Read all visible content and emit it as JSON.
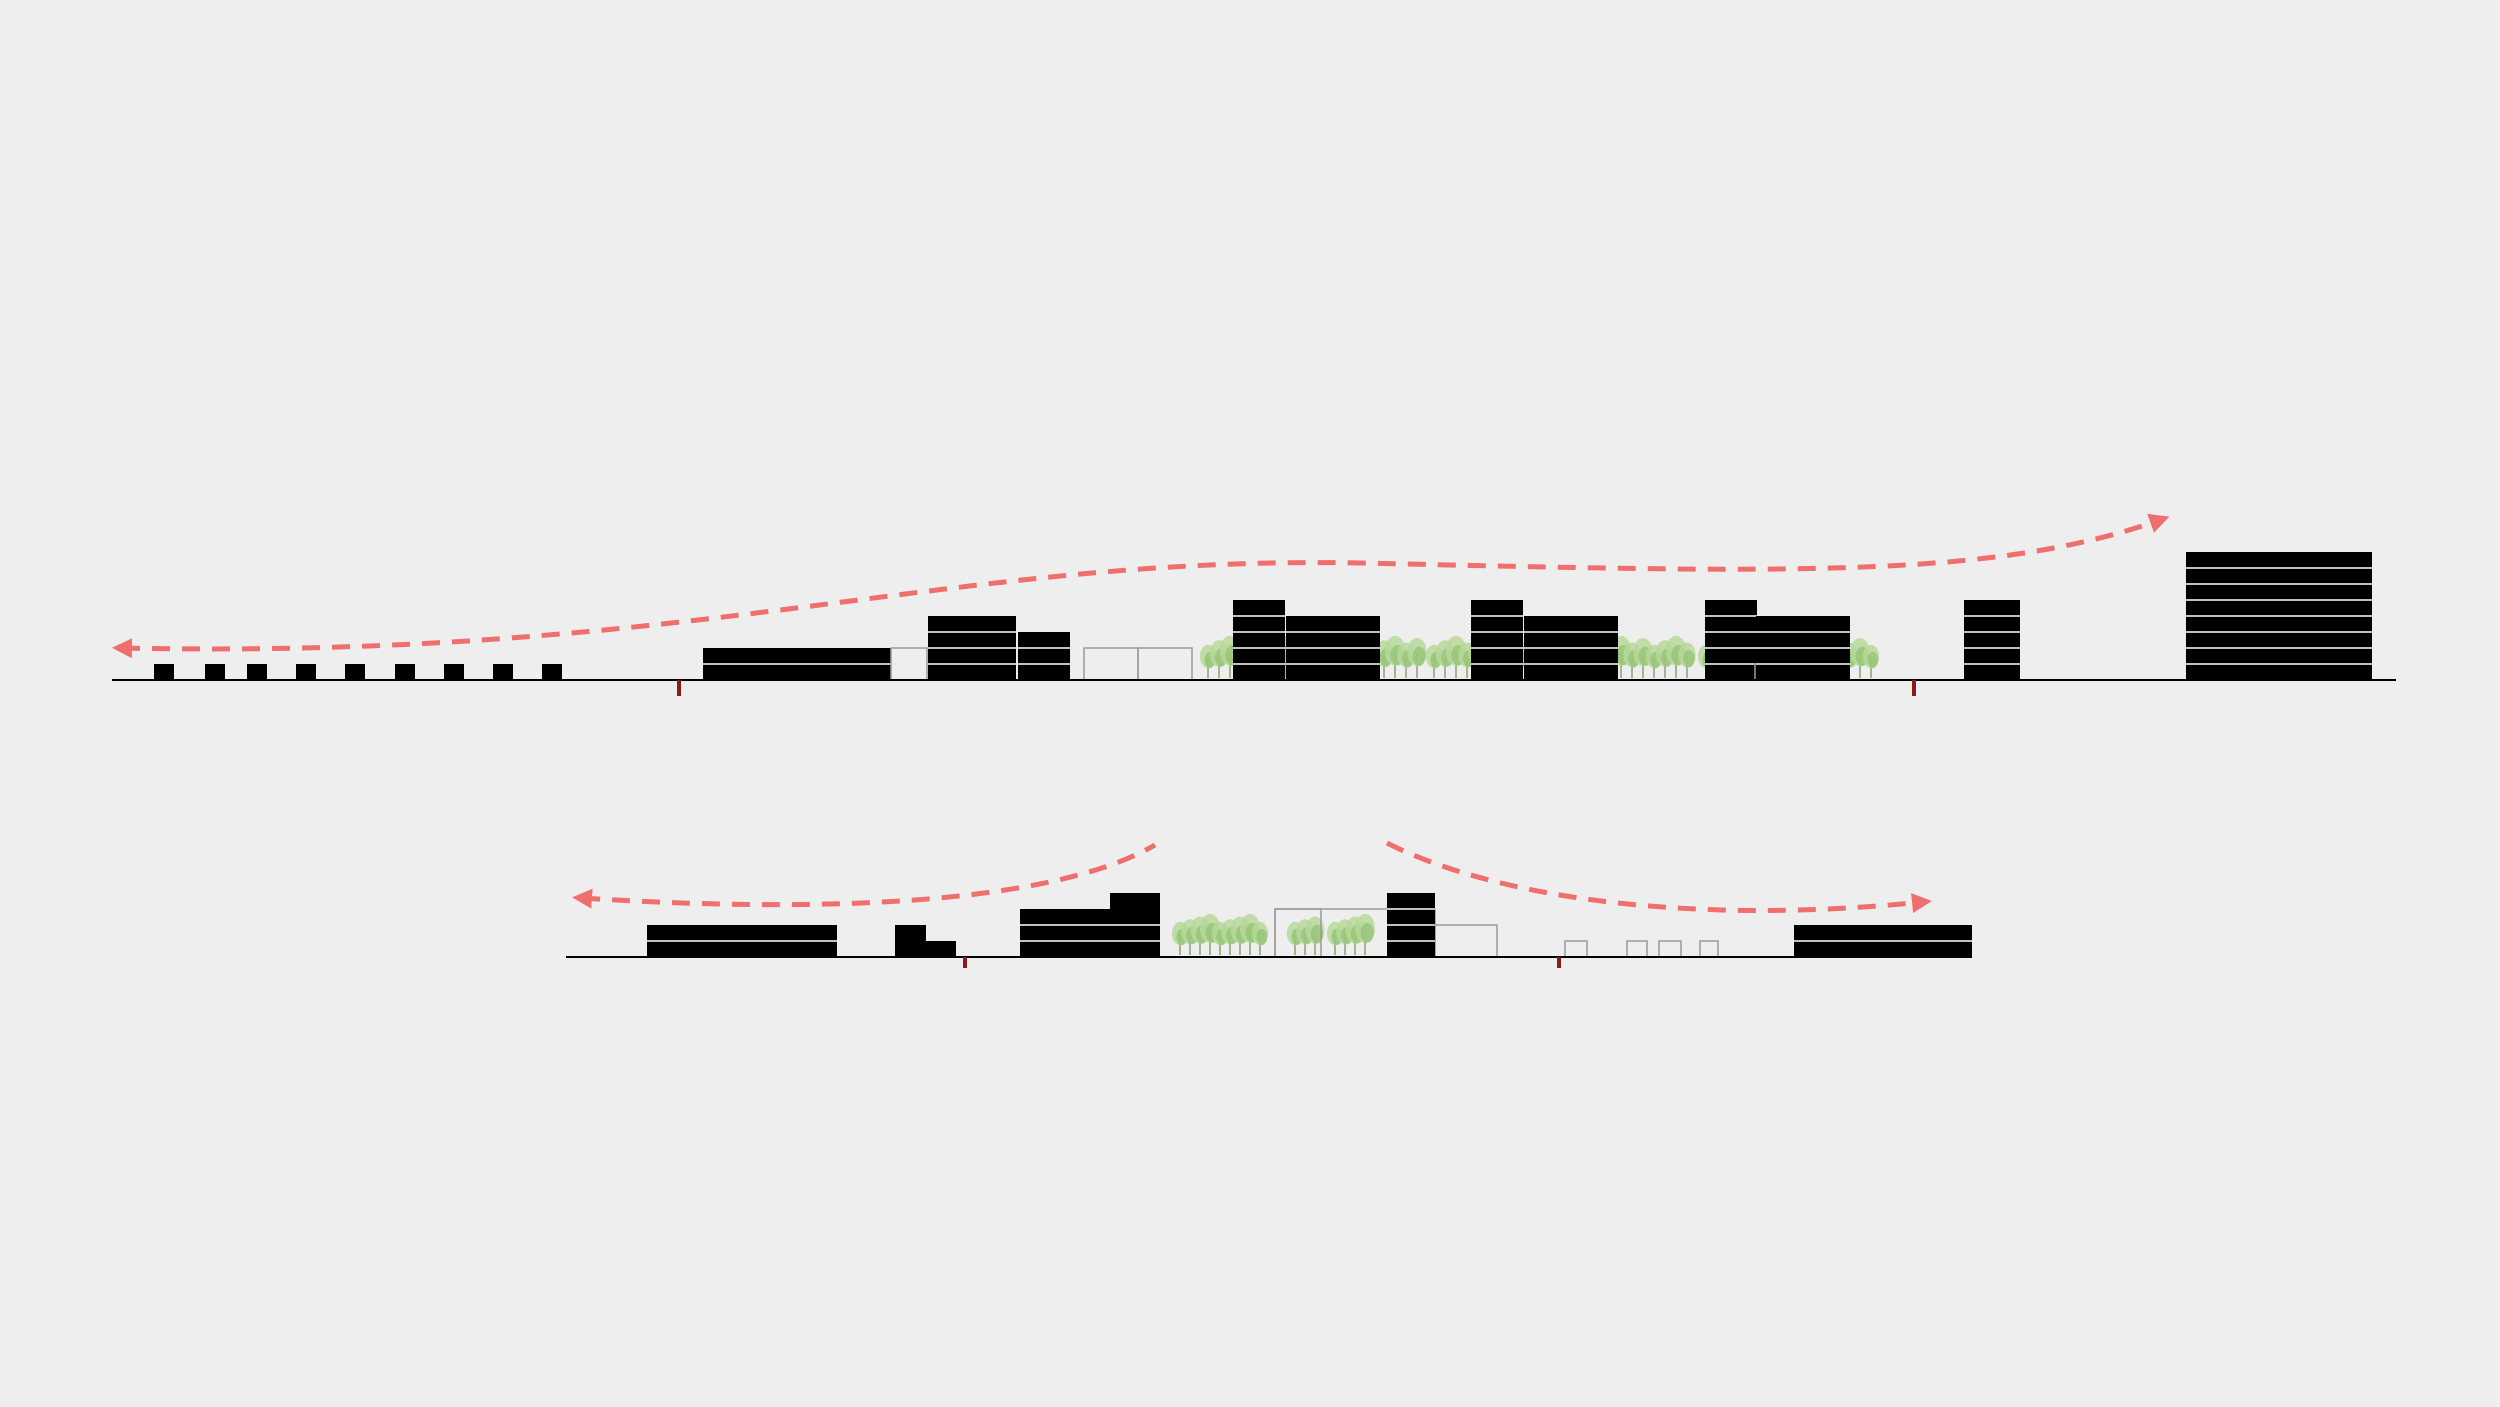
{
  "colors": {
    "background": "#eeeeee",
    "building": "#000000",
    "building_line": "#ffffff",
    "outline": "#9a9a9a",
    "ground": "#000000",
    "arrow": "#ee6f6b",
    "marker": "#8b1a1a",
    "tree_light": "#b7d89a",
    "tree_dark": "#8fc070",
    "trunk": "#6e8f55"
  },
  "sections": [
    {
      "name": "section-top",
      "items": [
        {
          "kind": "solid",
          "floors": 1
        },
        {
          "kind": "solid",
          "floors": 1
        },
        {
          "kind": "solid",
          "floors": 1
        },
        {
          "kind": "solid",
          "floors": 1
        },
        {
          "kind": "solid",
          "floors": 1
        },
        {
          "kind": "solid",
          "floors": 1
        },
        {
          "kind": "solid",
          "floors": 1
        },
        {
          "kind": "solid",
          "floors": 1
        },
        {
          "kind": "solid",
          "floors": 1
        },
        {
          "kind": "solid",
          "floors": 2
        },
        {
          "kind": "outline",
          "floors": 2
        },
        {
          "kind": "solid",
          "floors": 4
        },
        {
          "kind": "solid",
          "floors": 3
        },
        {
          "kind": "outline",
          "floors": 2
        },
        {
          "kind": "outline",
          "floors": 2
        },
        {
          "kind": "solid",
          "floors": 5
        },
        {
          "kind": "solid",
          "floors": 4
        },
        {
          "kind": "solid",
          "floors": 5
        },
        {
          "kind": "solid",
          "floors": 4
        },
        {
          "kind": "solid",
          "floors": 5
        },
        {
          "kind": "outline",
          "floors": 1
        },
        {
          "kind": "solid",
          "floors": 4
        },
        {
          "kind": "solid",
          "floors": 5
        },
        {
          "kind": "solid",
          "floors": 8
        }
      ]
    },
    {
      "name": "section-bottom",
      "items": [
        {
          "kind": "solid",
          "floors": 2
        },
        {
          "kind": "solid",
          "floors": 1
        },
        {
          "kind": "solid",
          "floors": 1
        },
        {
          "kind": "solid",
          "floors": 3
        },
        {
          "kind": "solid",
          "floors": 1
        },
        {
          "kind": "outline",
          "floors": 3
        },
        {
          "kind": "outline",
          "floors": 2
        },
        {
          "kind": "solid",
          "floors": 4
        },
        {
          "kind": "outline",
          "floors": 3
        },
        {
          "kind": "outline",
          "floors": 1
        },
        {
          "kind": "outline",
          "floors": 1
        },
        {
          "kind": "outline",
          "floors": 1
        },
        {
          "kind": "outline",
          "floors": 1
        },
        {
          "kind": "solid",
          "floors": 2
        }
      ]
    }
  ]
}
